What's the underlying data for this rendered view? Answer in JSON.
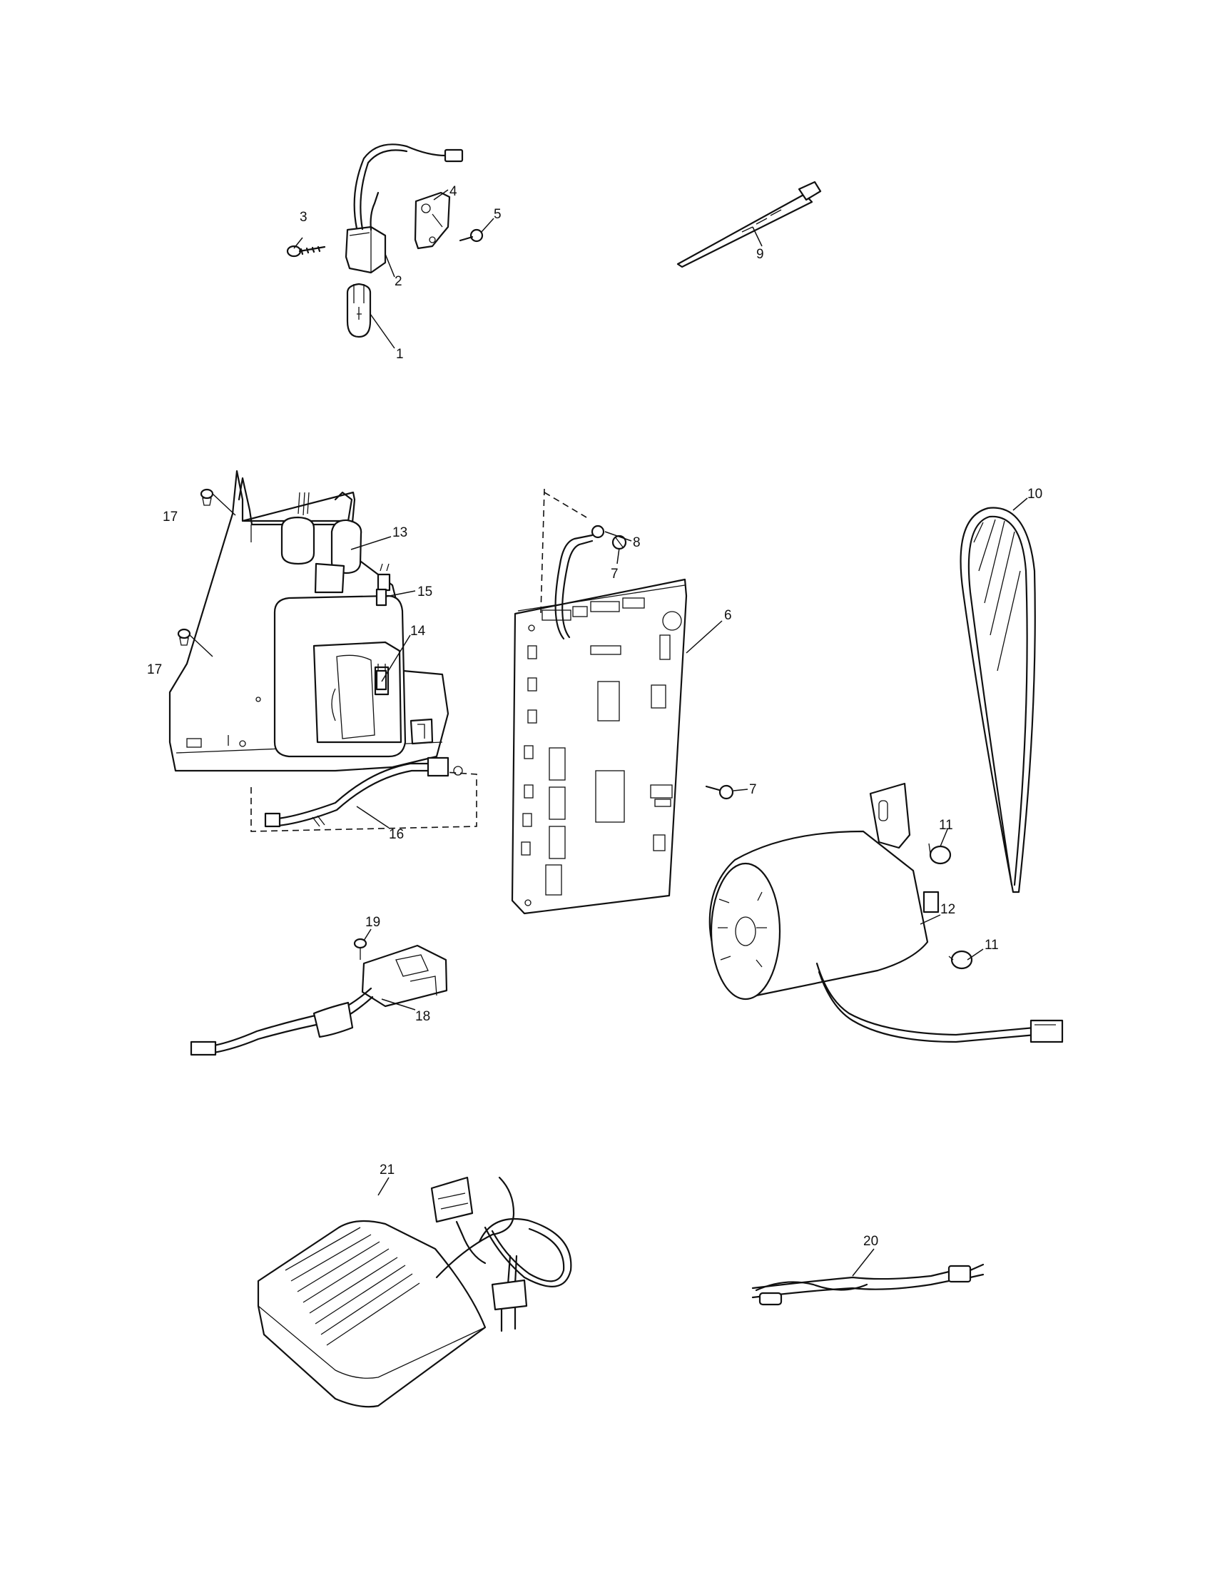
{
  "callouts": [
    {
      "id": "c1",
      "text": "1"
    },
    {
      "id": "c2",
      "text": "2"
    },
    {
      "id": "c3",
      "text": "3"
    },
    {
      "id": "c4",
      "text": "4"
    },
    {
      "id": "c5",
      "text": "5"
    },
    {
      "id": "c6",
      "text": "6"
    },
    {
      "id": "c7a",
      "text": "7"
    },
    {
      "id": "c7b",
      "text": "7"
    },
    {
      "id": "c8",
      "text": "8"
    },
    {
      "id": "c9",
      "text": "9"
    },
    {
      "id": "c10",
      "text": "10"
    },
    {
      "id": "c11a",
      "text": "11"
    },
    {
      "id": "c11b",
      "text": "11"
    },
    {
      "id": "c12",
      "text": "12"
    },
    {
      "id": "c13",
      "text": "13"
    },
    {
      "id": "c14",
      "text": "14"
    },
    {
      "id": "c15",
      "text": "15"
    },
    {
      "id": "c16",
      "text": "16"
    },
    {
      "id": "c17a",
      "text": "17"
    },
    {
      "id": "c17b",
      "text": "17"
    },
    {
      "id": "c18",
      "text": "18"
    },
    {
      "id": "c19",
      "text": "19"
    },
    {
      "id": "c20",
      "text": "20"
    },
    {
      "id": "c21",
      "text": "21"
    }
  ]
}
